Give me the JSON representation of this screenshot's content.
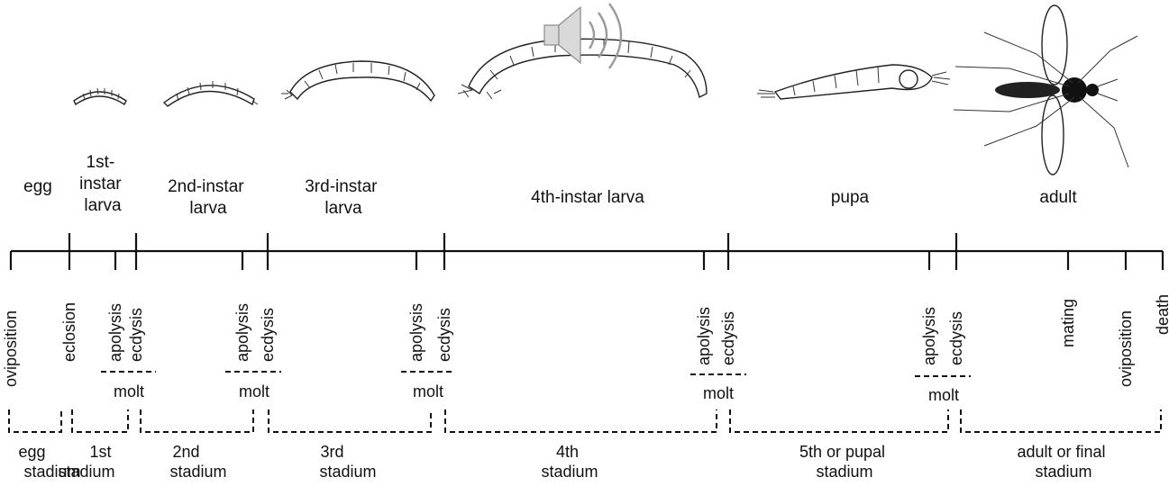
{
  "stages": [
    {
      "id": "egg",
      "lines": [
        "egg"
      ]
    },
    {
      "id": "first-instar",
      "lines": [
        "1st-",
        "instar",
        "larva"
      ]
    },
    {
      "id": "second-instar",
      "lines": [
        "2nd-instar",
        "larva"
      ]
    },
    {
      "id": "third-instar",
      "lines": [
        "3rd-instar",
        "larva"
      ]
    },
    {
      "id": "fourth-instar",
      "lines": [
        "4th-instar larva"
      ]
    },
    {
      "id": "pupa",
      "lines": [
        "pupa"
      ]
    },
    {
      "id": "adult",
      "lines": [
        "adult"
      ]
    }
  ],
  "events": {
    "oviposition_start": "oviposition",
    "eclosion": "eclosion",
    "apolysis": "apolysis",
    "ecdysis": "ecdysis",
    "mating": "mating",
    "oviposition_end": "oviposition",
    "death": "death"
  },
  "molt_label": "molt",
  "stadia": [
    {
      "id": "egg",
      "lines": [
        "egg",
        "stadium"
      ]
    },
    {
      "id": "first",
      "lines": [
        "1st",
        "stadium"
      ]
    },
    {
      "id": "second",
      "lines": [
        "2nd",
        "stadium"
      ]
    },
    {
      "id": "third",
      "lines": [
        "3rd",
        "stadium"
      ]
    },
    {
      "id": "fourth",
      "lines": [
        "4th",
        "stadium"
      ]
    },
    {
      "id": "pupal",
      "lines": [
        "5th or pupal",
        "stadium"
      ]
    },
    {
      "id": "final",
      "lines": [
        "adult or final",
        "stadium"
      ]
    }
  ],
  "icons": {
    "speaker": "speaker-icon"
  }
}
